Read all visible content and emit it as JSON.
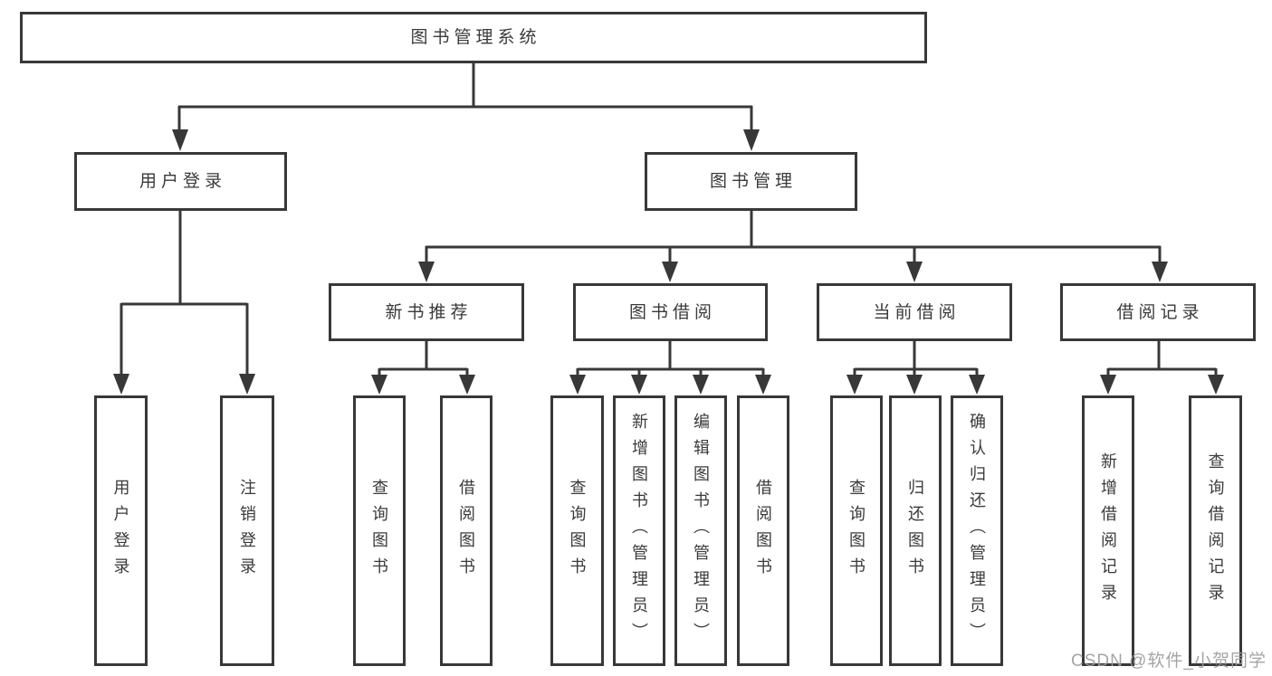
{
  "diagram": {
    "root": {
      "label": "图书管理系统"
    },
    "branches": [
      {
        "label": "用户登录",
        "children": [
          {
            "label": "用户登录"
          },
          {
            "label": "注销登录"
          }
        ]
      },
      {
        "label": "图书管理",
        "children": [
          {
            "label": "新书推荐",
            "children": [
              {
                "label": "查询图书"
              },
              {
                "label": "借阅图书"
              }
            ]
          },
          {
            "label": "图书借阅",
            "children": [
              {
                "label": "查询图书"
              },
              {
                "label": "新增图书（管理员）"
              },
              {
                "label": "编辑图书（管理员）"
              },
              {
                "label": "借阅图书"
              }
            ]
          },
          {
            "label": "当前借阅",
            "children": [
              {
                "label": "查询图书"
              },
              {
                "label": "归还图书"
              },
              {
                "label": "确认归还（管理员）"
              }
            ]
          },
          {
            "label": "借阅记录",
            "children": [
              {
                "label": "新增借阅记录"
              },
              {
                "label": "查询借阅记录"
              }
            ]
          }
        ]
      }
    ]
  },
  "watermark": {
    "text": "CSDN @软件_小贺同学"
  },
  "colors": {
    "line": "#383838",
    "text": "#3a3a3a",
    "box_background": "#ffffff",
    "watermark": "#9b9b9b",
    "page_background": "#ffffff"
  }
}
